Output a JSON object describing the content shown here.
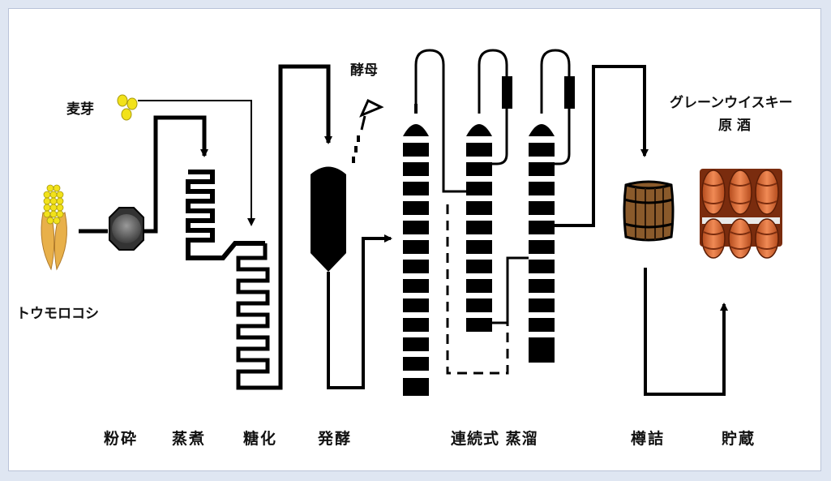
{
  "labels": {
    "malt": "麦芽",
    "corn": "トウモロコシ",
    "yeast": "酵母",
    "product_line1": "グレーンウイスキー",
    "product_line2": "原 酒"
  },
  "steps": [
    "粉砕",
    "蒸煮",
    "糖化",
    "発酵",
    "連続式 蒸溜",
    "樽詰",
    "貯蔵"
  ],
  "colors": {
    "line": "#000000",
    "corn_yellow": "#f2e21a",
    "corn_husk": "#e8b04a",
    "barrel_brown": "#8a5a2b",
    "cask_orange": "#d9622b",
    "mill_gray": "#6b6b6b"
  }
}
